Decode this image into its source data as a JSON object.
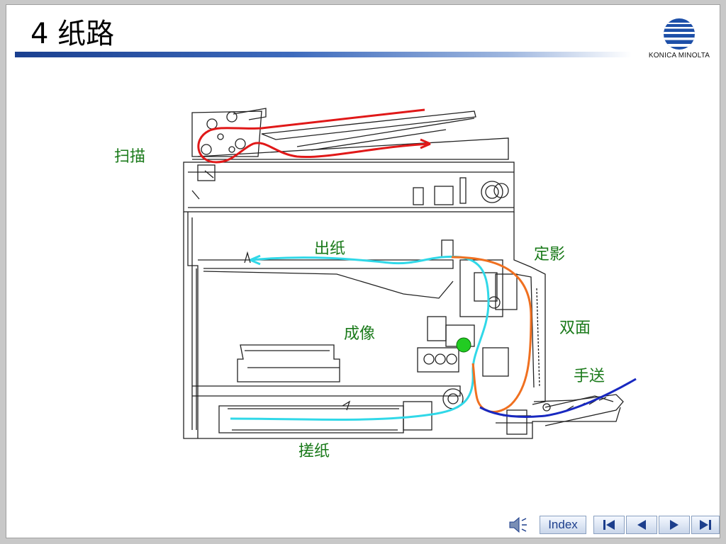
{
  "slide": {
    "title": "4 纸路"
  },
  "brand": {
    "name": "KONICA MINOLTA",
    "title_bar_color": "#1a3f8f"
  },
  "labels": {
    "scan": "扫描",
    "exit": "出纸",
    "fusing": "定影",
    "imaging": "成像",
    "duplex": "双面",
    "manual_feed": "手送",
    "paper_feed": "搓纸"
  },
  "paths": {
    "scan_color": "#e01818",
    "exit_feed_color": "#30d8e8",
    "duplex_color": "#f07020",
    "manual_color": "#1828c0",
    "drum_color": "#22cc22"
  },
  "nav": {
    "index_label": "Index",
    "speaker_icon": "speaker-icon",
    "first_icon": "first-page-icon",
    "prev_icon": "prev-page-icon",
    "next_icon": "next-page-icon",
    "last_icon": "last-page-icon"
  }
}
